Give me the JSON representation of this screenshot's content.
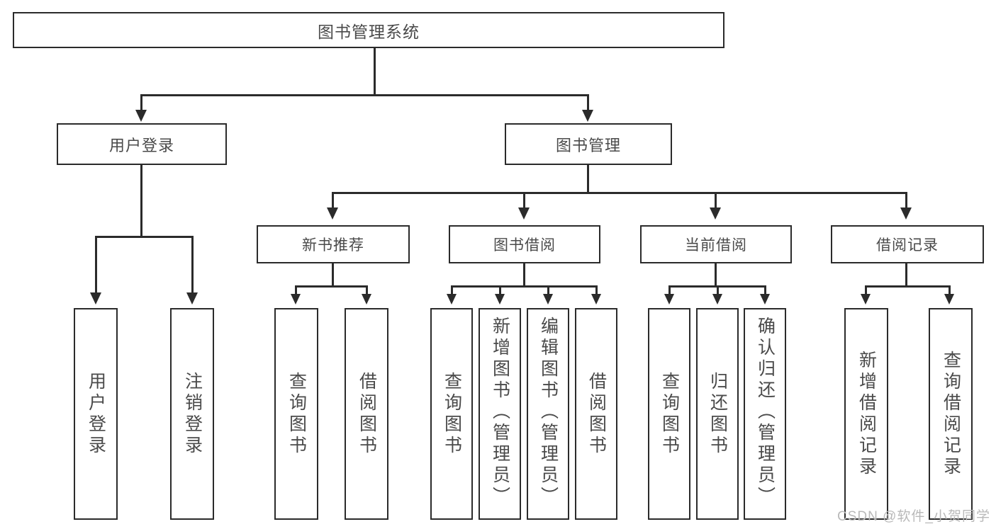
{
  "diagram": {
    "title": "图书管理系统",
    "root": {
      "label": "图书管理系统"
    },
    "level2": {
      "user_login": {
        "label": "用户登录"
      },
      "book_manage": {
        "label": "图书管理"
      }
    },
    "level3": {
      "new_book_rec": {
        "label": "新书推荐"
      },
      "book_borrow": {
        "label": "图书借阅"
      },
      "current_borrow": {
        "label": "当前借阅"
      },
      "borrow_record": {
        "label": "借阅记录"
      }
    },
    "leaves": {
      "user_login": [
        {
          "label": "用户登录"
        },
        {
          "label": "注销登录"
        }
      ],
      "new_book_rec": [
        {
          "label": "查询图书"
        },
        {
          "label": "借阅图书"
        }
      ],
      "book_borrow": [
        {
          "label": "查询图书"
        },
        {
          "label": "新增图书（管理员）"
        },
        {
          "label": "编辑图书（管理员）"
        },
        {
          "label": "借阅图书"
        }
      ],
      "current_borrow": [
        {
          "label": "查询图书"
        },
        {
          "label": "归还图书"
        },
        {
          "label": "确认归还（管理员）"
        }
      ],
      "borrow_record": [
        {
          "label": "新增借阅记录"
        },
        {
          "label": "查询借阅记录"
        }
      ]
    }
  },
  "watermark": {
    "text": "CSDN @软件_小贺同学"
  },
  "colors": {
    "stroke": "#2b2b2b",
    "text": "#4a4a4a",
    "background": "#ffffff",
    "watermark": "#b9b9b9"
  }
}
